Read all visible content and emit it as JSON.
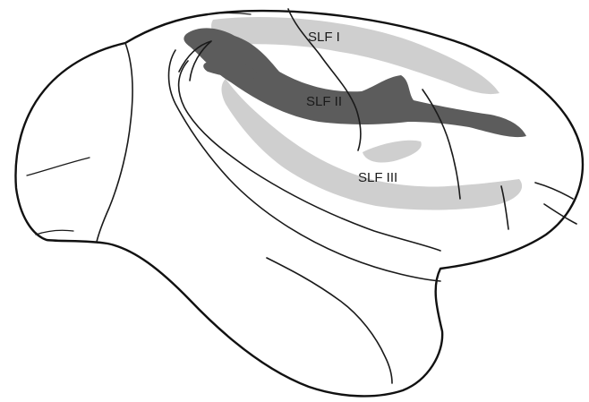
{
  "figure": {
    "labels": {
      "slf1": "SLF I",
      "slf2": "SLF II",
      "slf3": "SLF III"
    },
    "colors": {
      "background": "#ffffff",
      "outline": "#111111",
      "slf1_fill": "#cfcfcf",
      "slf2_fill": "#5c5c5c",
      "slf3_fill": "#cfcfcf"
    }
  }
}
